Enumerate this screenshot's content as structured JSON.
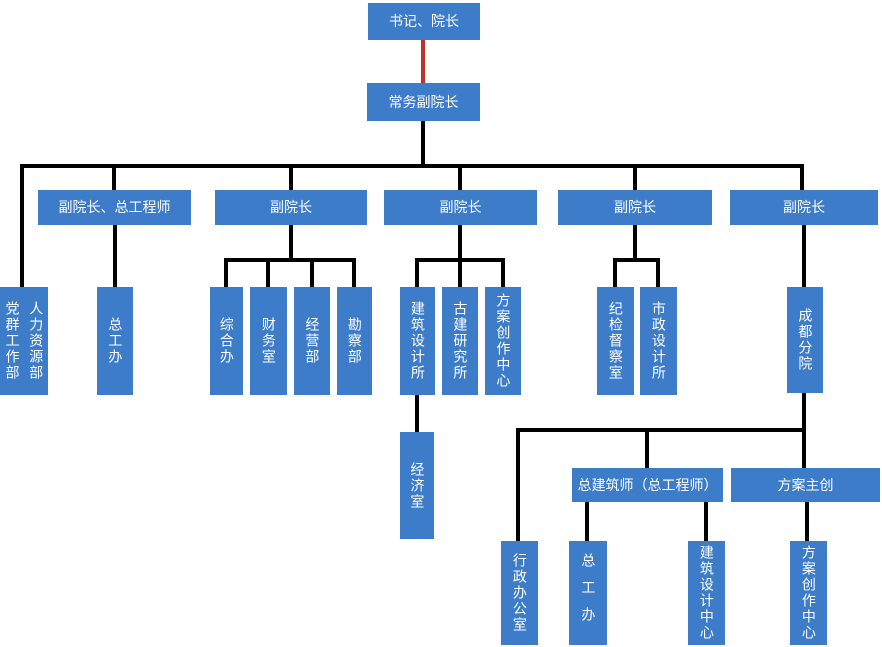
{
  "diagram_type": "org-chart",
  "colors": {
    "box_blue": "#3c7cc8",
    "line_black": "#000000",
    "line_red": "#c0312e",
    "text_white": "#ffffff"
  },
  "org_chart": {
    "nodes": {
      "secretary_dean": "书记、院长",
      "executive_vice_dean": "常务副院长",
      "vice_dean_chief_engineer": "副院长、总工程师",
      "vice_dean_2": "副院长",
      "vice_dean_3": "副院长",
      "vice_dean_4": "副院长",
      "vice_dean_5": "副院长",
      "party_mass_work_dept": "党群工作部",
      "hr_dept": "人力资源部",
      "chief_engineer_office": "总工办",
      "general_office": "综合办",
      "finance_room": "财务室",
      "operations_dept": "经营部",
      "survey_dept": "勘察部",
      "architectural_design_institute": "建筑设计所",
      "ancient_architecture_research_institute": "古建研究所",
      "scheme_creation_center": "方案创作中心",
      "economy_room": "经济室",
      "discipline_inspection_room": "纪检督察室",
      "municipal_design_institute": "市政设计所",
      "chengdu_branch": "成都分院",
      "chief_architect": "总建筑师（总工程师）",
      "scheme_lead": "方案主创",
      "admin_office": "行政办公室",
      "branch_chief_engineer_office": "总工办",
      "architectural_design_center": "建筑设计中心",
      "branch_scheme_creation_center": "方案创作中心"
    },
    "edges": [
      [
        "secretary_dean",
        "executive_vice_dean"
      ],
      [
        "executive_vice_dean",
        "party_mass_work_dept"
      ],
      [
        "executive_vice_dean",
        "hr_dept"
      ],
      [
        "executive_vice_dean",
        "vice_dean_chief_engineer"
      ],
      [
        "executive_vice_dean",
        "vice_dean_2"
      ],
      [
        "executive_vice_dean",
        "vice_dean_3"
      ],
      [
        "executive_vice_dean",
        "vice_dean_4"
      ],
      [
        "executive_vice_dean",
        "vice_dean_5"
      ],
      [
        "vice_dean_chief_engineer",
        "chief_engineer_office"
      ],
      [
        "vice_dean_2",
        "general_office"
      ],
      [
        "vice_dean_2",
        "finance_room"
      ],
      [
        "vice_dean_2",
        "operations_dept"
      ],
      [
        "vice_dean_2",
        "survey_dept"
      ],
      [
        "vice_dean_3",
        "architectural_design_institute"
      ],
      [
        "vice_dean_3",
        "ancient_architecture_research_institute"
      ],
      [
        "vice_dean_3",
        "scheme_creation_center"
      ],
      [
        "architectural_design_institute",
        "economy_room"
      ],
      [
        "vice_dean_4",
        "discipline_inspection_room"
      ],
      [
        "vice_dean_4",
        "municipal_design_institute"
      ],
      [
        "vice_dean_5",
        "chengdu_branch"
      ],
      [
        "chengdu_branch",
        "admin_office"
      ],
      [
        "chengdu_branch",
        "chief_architect"
      ],
      [
        "chengdu_branch",
        "scheme_lead"
      ],
      [
        "chief_architect",
        "branch_chief_engineer_office"
      ],
      [
        "chief_architect",
        "architectural_design_center"
      ],
      [
        "scheme_lead",
        "branch_scheme_creation_center"
      ]
    ]
  }
}
